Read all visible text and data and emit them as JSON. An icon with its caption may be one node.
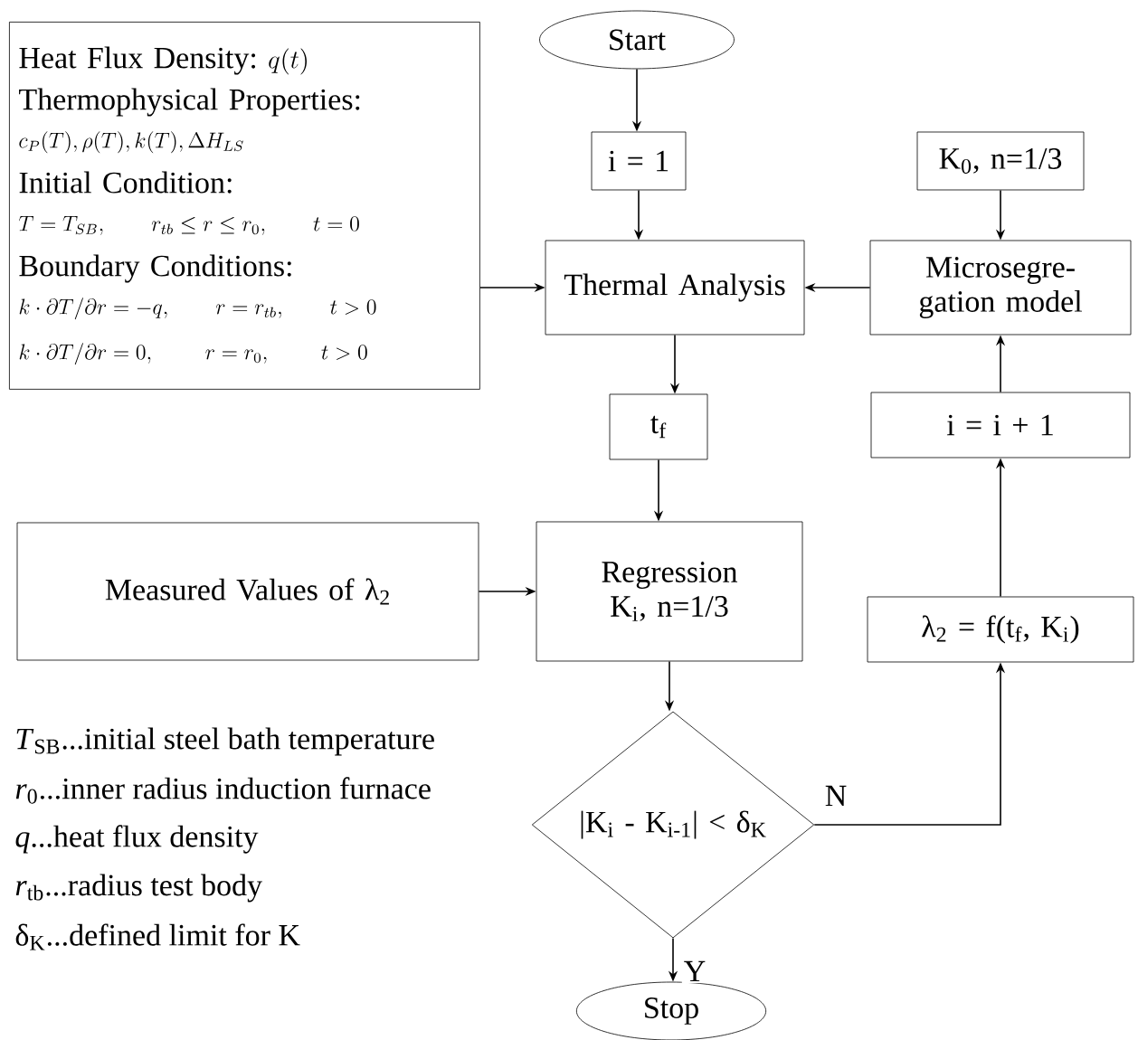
{
  "diagram": {
    "nodes": [
      {
        "text": [
          "Heat Flux Density:",
          "q(t)",
          "Thermophysical Properties:",
          "c_P(T), \\rho(T), k(T), \\Delta H_{LS}",
          "Initial Condition:",
          "T = T_{SB}, \\qquad r_{tb} \\le r \\le r_0, \\qquad t = 0",
          "Boundary Conditions:",
          "k \\cdot \\partial T / \\partial r = -q, \\qquad r = r_{tb}, \\qquad t > 0",
          "k \\cdot \\partial T / \\partial r = 0, \\qquad\\; r = r_0, \\qquad\\; t > 0"
        ]
      },
      {
        "text": [
          "Start"
        ]
      },
      {
        "text": [
          "i = 1"
        ]
      },
      {
        "text": [
          "Thermal Analysis"
        ]
      },
      {
        "text": [
          "t$_{f}$"
        ]
      },
      {
        "text": [
          "Microsegre-gation model"
        ]
      },
      {
        "text": [
          "K$_{0}$, n=1/3"
        ]
      },
      {
        "text": [
          "i = i + 1"
        ]
      },
      {
        "text": [
          "Measured Values of λ$_{2}$"
        ]
      },
      {
        "text": [
          "Regression K$_{i}$, n=1/3"
        ]
      },
      {
        "text": [
          "λ$_{2}$ = f(t$_{f}$, K$_{i}$)"
        ]
      },
      {
        "text": [
          "|K$_{i}$ - K$_{i-1}$| < δ$_{K}$"
        ]
      },
      {
        "text": [
          "Stop"
        ]
      }
    ],
    "edges": [
      {
        "from": 1,
        "to": 2,
        "arrow": "to"
      },
      {
        "from": 2,
        "to": 3,
        "arrow": "to"
      },
      {
        "from": 0,
        "to": 3,
        "arrow": "to"
      },
      {
        "from": 5,
        "to": 3,
        "arrow": "to"
      },
      {
        "from": 6,
        "to": 5,
        "arrow": "to"
      },
      {
        "from": 3,
        "to": 4,
        "arrow": "to"
      },
      {
        "from": 4,
        "to": 9,
        "arrow": "to"
      },
      {
        "from": 8,
        "to": 9,
        "arrow": "to"
      },
      {
        "from": 9,
        "to": 11,
        "arrow": "to"
      },
      {
        "from": 11,
        "to": 10,
        "arrow": "to",
        "label": "N"
      },
      {
        "from": 10,
        "to": 7,
        "arrow": "to"
      },
      {
        "from": 7,
        "to": 5,
        "arrow": "to"
      },
      {
        "from": 11,
        "to": 12,
        "arrow": "to",
        "label": "Y"
      }
    ],
    "labels": [
      "*T*$_{SB}$...initial steel bath temperature",
      "*r*$_{0}$...inner radius induction furnace",
      "*q*...heat flux density",
      "*r*$_{tb}$...radius test body",
      "δ$_{K}$...defined limit for K"
    ]
  }
}
